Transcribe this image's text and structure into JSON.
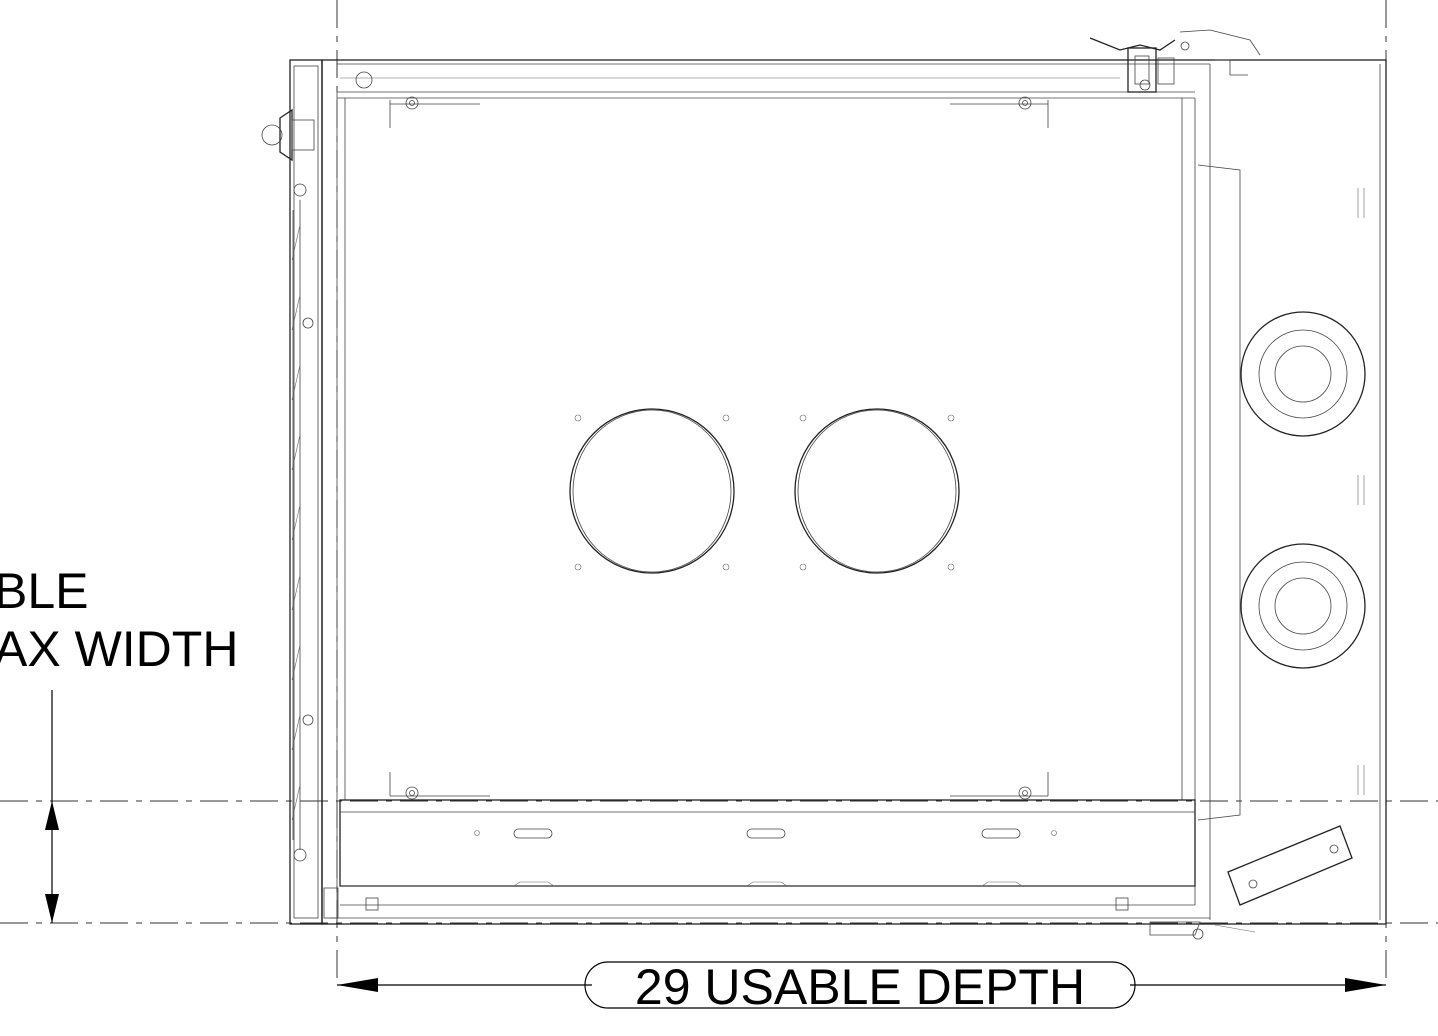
{
  "dimensions": {
    "usable_depth_label": "29 USABLE DEPTH",
    "side_label_line1": "BLE",
    "side_label_line2": "AX WIDTH"
  }
}
